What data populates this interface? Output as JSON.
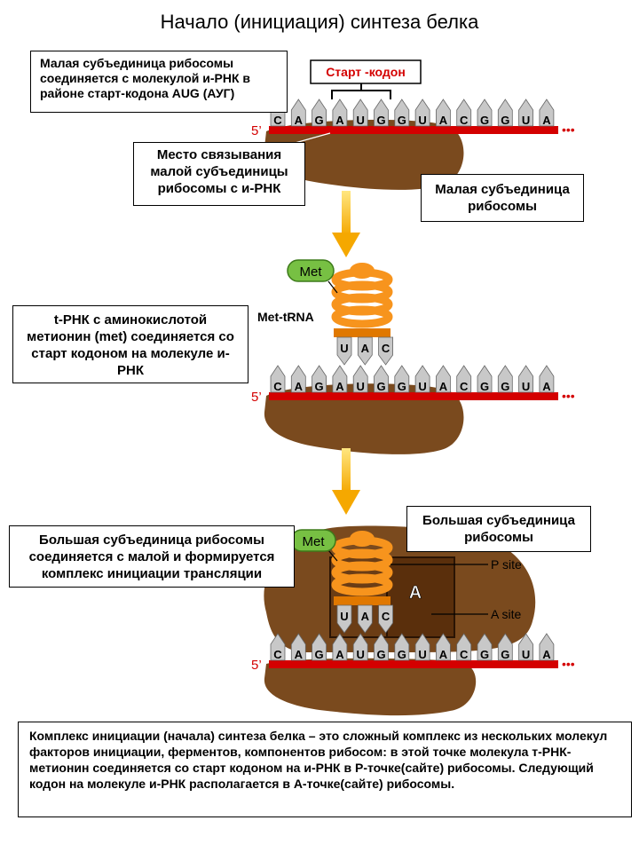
{
  "title": "Начало (инициация) синтеза белка",
  "strand": {
    "label_5prime": "5’",
    "bases": [
      "C",
      "A",
      "G",
      "A",
      "U",
      "G",
      "G",
      "U",
      "A",
      "C",
      "G",
      "G",
      "U",
      "A"
    ],
    "tail": "•••"
  },
  "panel1": {
    "box_small_subunit_binds": "Малая субъединица рибосомы соединяется с молекулой и-РНК в районе старт-кодона AUG (АУГ)",
    "start_codon_label": "Старт -кодон",
    "box_binding_site": "Место связывания малой субъединицы рибосомы с и-РНК",
    "box_small_subunit": "Малая субъединица рибосомы"
  },
  "panel2": {
    "met_label": "Met",
    "trna_label": "Met-tRNA",
    "anticodon": [
      "U",
      "A",
      "C"
    ],
    "box_trna": "t-РНК с аминокислотой метионин (met) соединяется со старт кодоном на молекуле и-РНК"
  },
  "panel3": {
    "met_label": "Met",
    "anticodon": [
      "U",
      "A",
      "C"
    ],
    "a_letter": "A",
    "p_site": "P site",
    "a_site": "A site",
    "box_large_joins": "Большая субъединица рибосомы соединяется с малой и формируется комплекс инициации трансляции",
    "box_large_subunit": "Большая субъединица рибосомы"
  },
  "summary": "Комплекс инициации (начала) синтеза белка – это сложный комплекс  из нескольких молекул факторов инициации, ферментов, компонентов рибосом: в этой точке молекула  т-РНК-метионин соединяется со старт кодоном на и-РНК в Р-точке(сайте) рибосомы. Следующий кодон на молекуле и-РНК располагается в А-точке(сайте)  рибосомы.",
  "colors": {
    "ribosome": "#7a4a1e",
    "ribosome_dark": "#5a3210",
    "mrna": "#d40000",
    "base_fill": "#c8c8c8",
    "trna_orange": "#f7941d",
    "met_green": "#77c043",
    "arrow": "#f5b800",
    "start_codon_text": "#d40000"
  }
}
